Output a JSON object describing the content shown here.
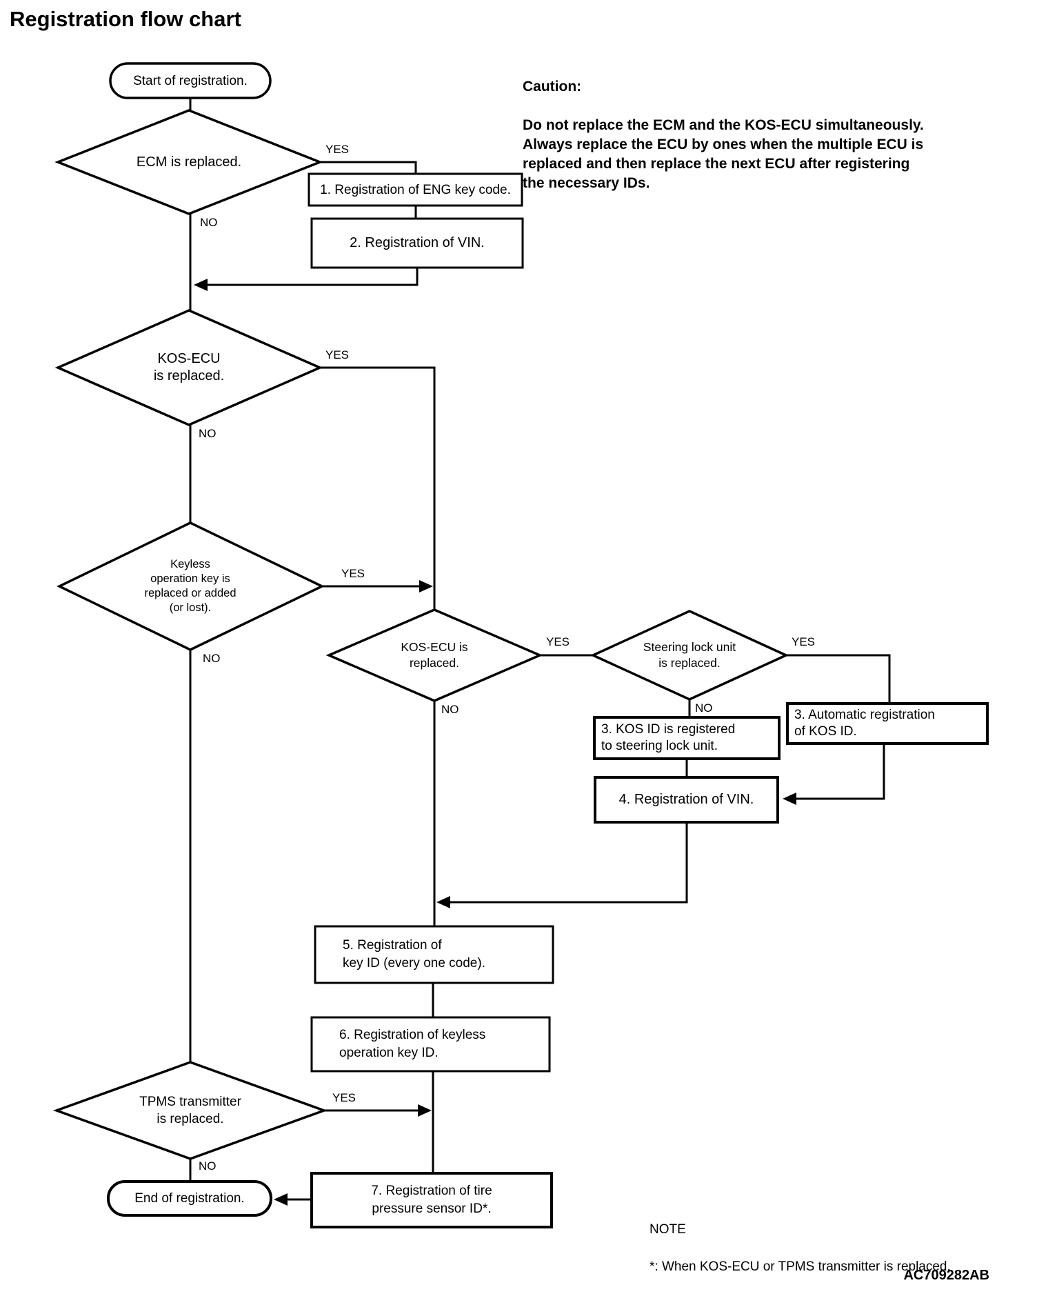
{
  "page": {
    "title": "Registration flow chart"
  },
  "caution": {
    "heading": "Caution:",
    "body": "Do not replace the ECM and the KOS-ECU simultaneously.\nAlways replace the ECU by ones when the multiple ECU is\nreplaced and then replace the next ECU after registering\nthe necessary IDs."
  },
  "note": {
    "heading": "NOTE",
    "body": "*: When KOS-ECU or TPMS transmitter is replaced."
  },
  "figure_code": "AC709282AB",
  "fc": {
    "labels": {
      "yes": "YES",
      "no": "NO"
    },
    "start": "Start of registration.",
    "end": "End of registration.",
    "decisions": {
      "ecm": "ECM is replaced.",
      "kos_ecu": "KOS-ECU\nis replaced.",
      "keyless": "Keyless\noperation key is\nreplaced or added\n(or lost).",
      "kos_ecu2": "KOS-ECU is\nreplaced.",
      "steering": "Steering lock unit\nis replaced.",
      "tpms": "TPMS transmitter\nis replaced."
    },
    "steps": {
      "s1": "1. Registration of ENG key code.",
      "s2": "2. Registration of VIN.",
      "s3a": "3. KOS ID is registered\nto steering lock unit.",
      "s3b": "3. Automatic registration\nof KOS ID.",
      "s4": "4. Registration of VIN.",
      "s5": "5. Registration of\nkey ID (every one code).",
      "s6": "6. Registration of keyless\noperation key ID.",
      "s7": "7. Registration of tire\npressure sensor ID*."
    }
  }
}
